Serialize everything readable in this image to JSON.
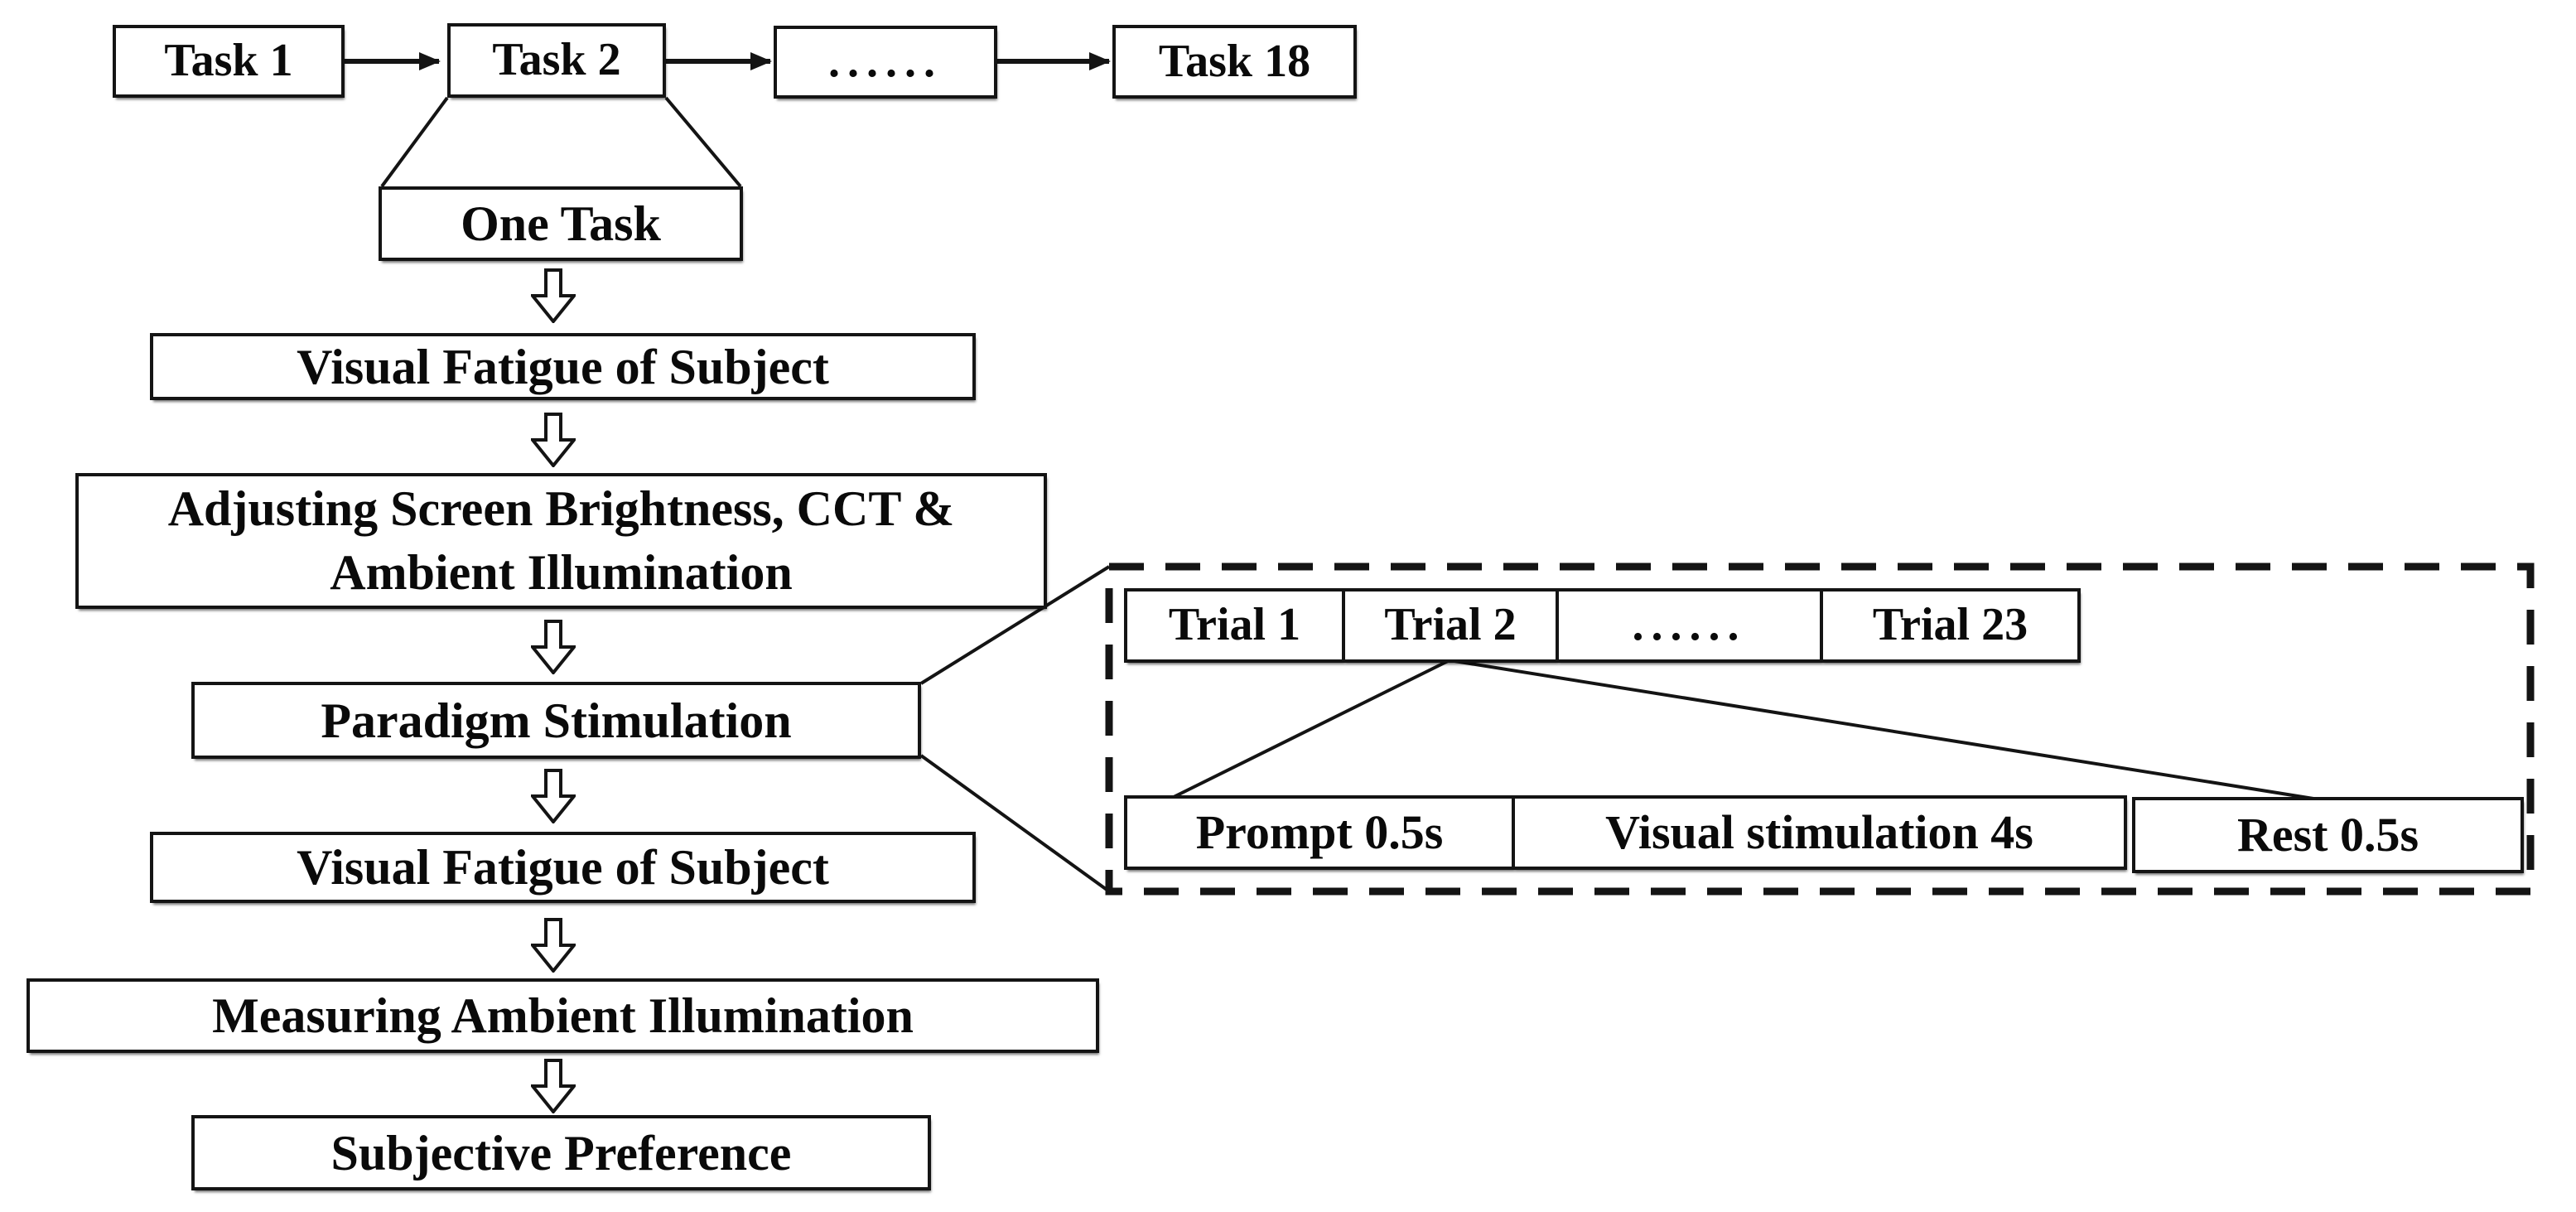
{
  "palette": {
    "ink": "#141414",
    "paper": "#ffffff"
  },
  "task_sequence": {
    "boxes": [
      "Task 1",
      "Task 2",
      "......",
      "Task 18"
    ]
  },
  "one_task": {
    "label": "One Task"
  },
  "procedure": {
    "steps": [
      "Visual Fatigue of Subject",
      "Adjusting Screen Brightness, CCT &\nAmbient Illumination",
      "Paradigm Stimulation",
      "Visual Fatigue of Subject",
      "Measuring Ambient Illumination",
      "Subjective Preference"
    ]
  },
  "trial_sequence": {
    "boxes": [
      "Trial 1",
      "Trial 2",
      "......",
      "Trial 23"
    ]
  },
  "trial_structure": {
    "boxes": [
      "Prompt 0.5s",
      "Visual stimulation 4s",
      "Rest 0.5s"
    ]
  }
}
